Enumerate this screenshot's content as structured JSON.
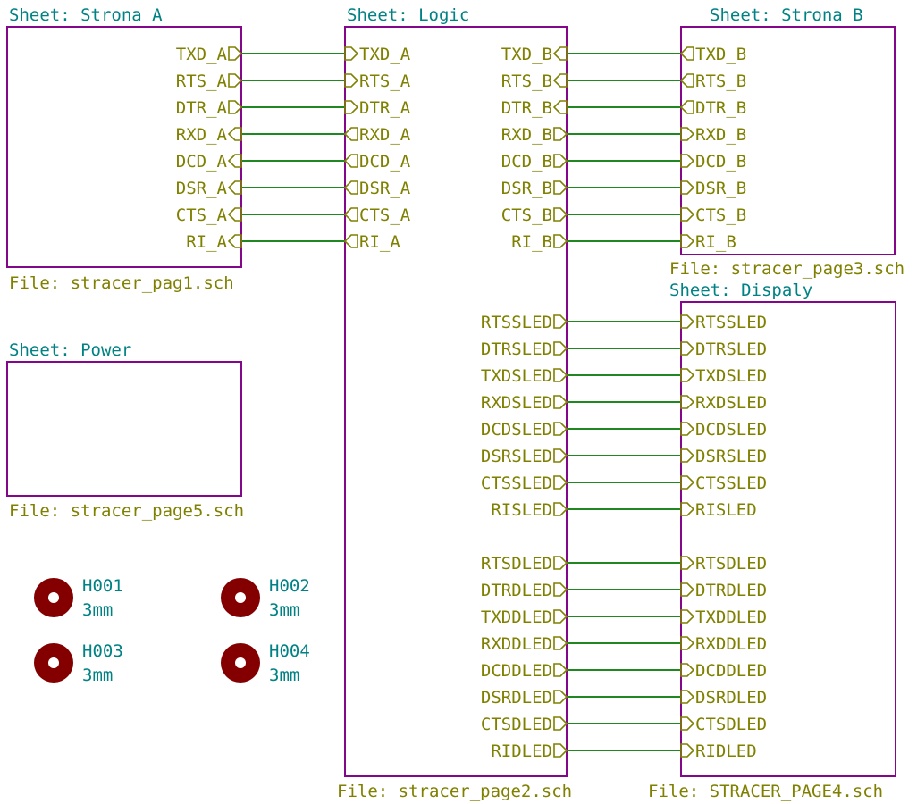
{
  "sheets": [
    {
      "id": "strona-a",
      "title": "Sheet: Strona A",
      "file": "File: stracer_pag1.sch",
      "pins": [
        {
          "name": "TXD_A",
          "dir": "out"
        },
        {
          "name": "RTS_A",
          "dir": "out"
        },
        {
          "name": "DTR_A",
          "dir": "out"
        },
        {
          "name": "RXD_A",
          "dir": "in"
        },
        {
          "name": "DCD_A",
          "dir": "in"
        },
        {
          "name": "DSR_A",
          "dir": "in"
        },
        {
          "name": "CTS_A",
          "dir": "in"
        },
        {
          "name": "RI_A",
          "dir": "in"
        }
      ]
    },
    {
      "id": "logic",
      "title": "Sheet: Logic",
      "file": "File: stracer_page2.sch",
      "left_pins": [
        {
          "name": "TXD_A",
          "dir": "in"
        },
        {
          "name": "RTS_A",
          "dir": "in"
        },
        {
          "name": "DTR_A",
          "dir": "in"
        },
        {
          "name": "RXD_A",
          "dir": "out"
        },
        {
          "name": "DCD_A",
          "dir": "out"
        },
        {
          "name": "DSR_A",
          "dir": "out"
        },
        {
          "name": "CTS_A",
          "dir": "out"
        },
        {
          "name": "RI_A",
          "dir": "out"
        }
      ],
      "right_pins": [
        {
          "name": "TXD_B",
          "dir": "in"
        },
        {
          "name": "RTS_B",
          "dir": "in"
        },
        {
          "name": "DTR_B",
          "dir": "in"
        },
        {
          "name": "RXD_B",
          "dir": "out"
        },
        {
          "name": "DCD_B",
          "dir": "out"
        },
        {
          "name": "DSR_B",
          "dir": "out"
        },
        {
          "name": "CTS_B",
          "dir": "out"
        },
        {
          "name": "RI_B",
          "dir": "out"
        },
        {
          "name": "RTSSLED",
          "dir": "out"
        },
        {
          "name": "DTRSLED",
          "dir": "out"
        },
        {
          "name": "TXDSLED",
          "dir": "out"
        },
        {
          "name": "RXDSLED",
          "dir": "out"
        },
        {
          "name": "DCDSLED",
          "dir": "out"
        },
        {
          "name": "DSRSLED",
          "dir": "out"
        },
        {
          "name": "CTSSLED",
          "dir": "out"
        },
        {
          "name": "RISLED",
          "dir": "out"
        },
        {
          "name": "RTSDLED",
          "dir": "out"
        },
        {
          "name": "DTRDLED",
          "dir": "out"
        },
        {
          "name": "TXDDLED",
          "dir": "out"
        },
        {
          "name": "RXDDLED",
          "dir": "out"
        },
        {
          "name": "DCDDLED",
          "dir": "out"
        },
        {
          "name": "DSRDLED",
          "dir": "out"
        },
        {
          "name": "CTSDLED",
          "dir": "out"
        },
        {
          "name": "RIDLED",
          "dir": "out"
        }
      ]
    },
    {
      "id": "strona-b",
      "title": "Sheet: Strona B",
      "file": "File: stracer_page3.sch",
      "pins": [
        {
          "name": "TXD_B",
          "dir": "out"
        },
        {
          "name": "RTS_B",
          "dir": "out"
        },
        {
          "name": "DTR_B",
          "dir": "out"
        },
        {
          "name": "RXD_B",
          "dir": "in"
        },
        {
          "name": "DCD_B",
          "dir": "in"
        },
        {
          "name": "DSR_B",
          "dir": "in"
        },
        {
          "name": "CTS_B",
          "dir": "in"
        },
        {
          "name": "RI_B",
          "dir": "in"
        }
      ]
    },
    {
      "id": "dispaly",
      "title": "Sheet: Dispaly",
      "file": "File: STRACER_PAGE4.sch",
      "pins": [
        {
          "name": "RTSSLED",
          "dir": "in"
        },
        {
          "name": "DTRSLED",
          "dir": "in"
        },
        {
          "name": "TXDSLED",
          "dir": "in"
        },
        {
          "name": "RXDSLED",
          "dir": "in"
        },
        {
          "name": "DCDSLED",
          "dir": "in"
        },
        {
          "name": "DSRSLED",
          "dir": "in"
        },
        {
          "name": "CTSSLED",
          "dir": "in"
        },
        {
          "name": "RISLED",
          "dir": "in"
        },
        {
          "name": "RTSDLED",
          "dir": "in"
        },
        {
          "name": "DTRDLED",
          "dir": "in"
        },
        {
          "name": "TXDDLED",
          "dir": "in"
        },
        {
          "name": "RXDDLED",
          "dir": "in"
        },
        {
          "name": "DCDDLED",
          "dir": "in"
        },
        {
          "name": "DSRDLED",
          "dir": "in"
        },
        {
          "name": "CTSDLED",
          "dir": "in"
        },
        {
          "name": "RIDLED",
          "dir": "in"
        }
      ]
    },
    {
      "id": "power",
      "title": "Sheet: Power",
      "file": "File: stracer_page5.sch",
      "pins": []
    }
  ],
  "holes": [
    {
      "ref": "H001",
      "value": "3mm"
    },
    {
      "ref": "H002",
      "value": "3mm"
    },
    {
      "ref": "H003",
      "value": "3mm"
    },
    {
      "ref": "H004",
      "value": "3mm"
    }
  ],
  "colors": {
    "sheet_border": "#84068a",
    "wire": "#208820",
    "pin": "#808000",
    "sheet_title": "#008284",
    "hole": "#840000"
  }
}
